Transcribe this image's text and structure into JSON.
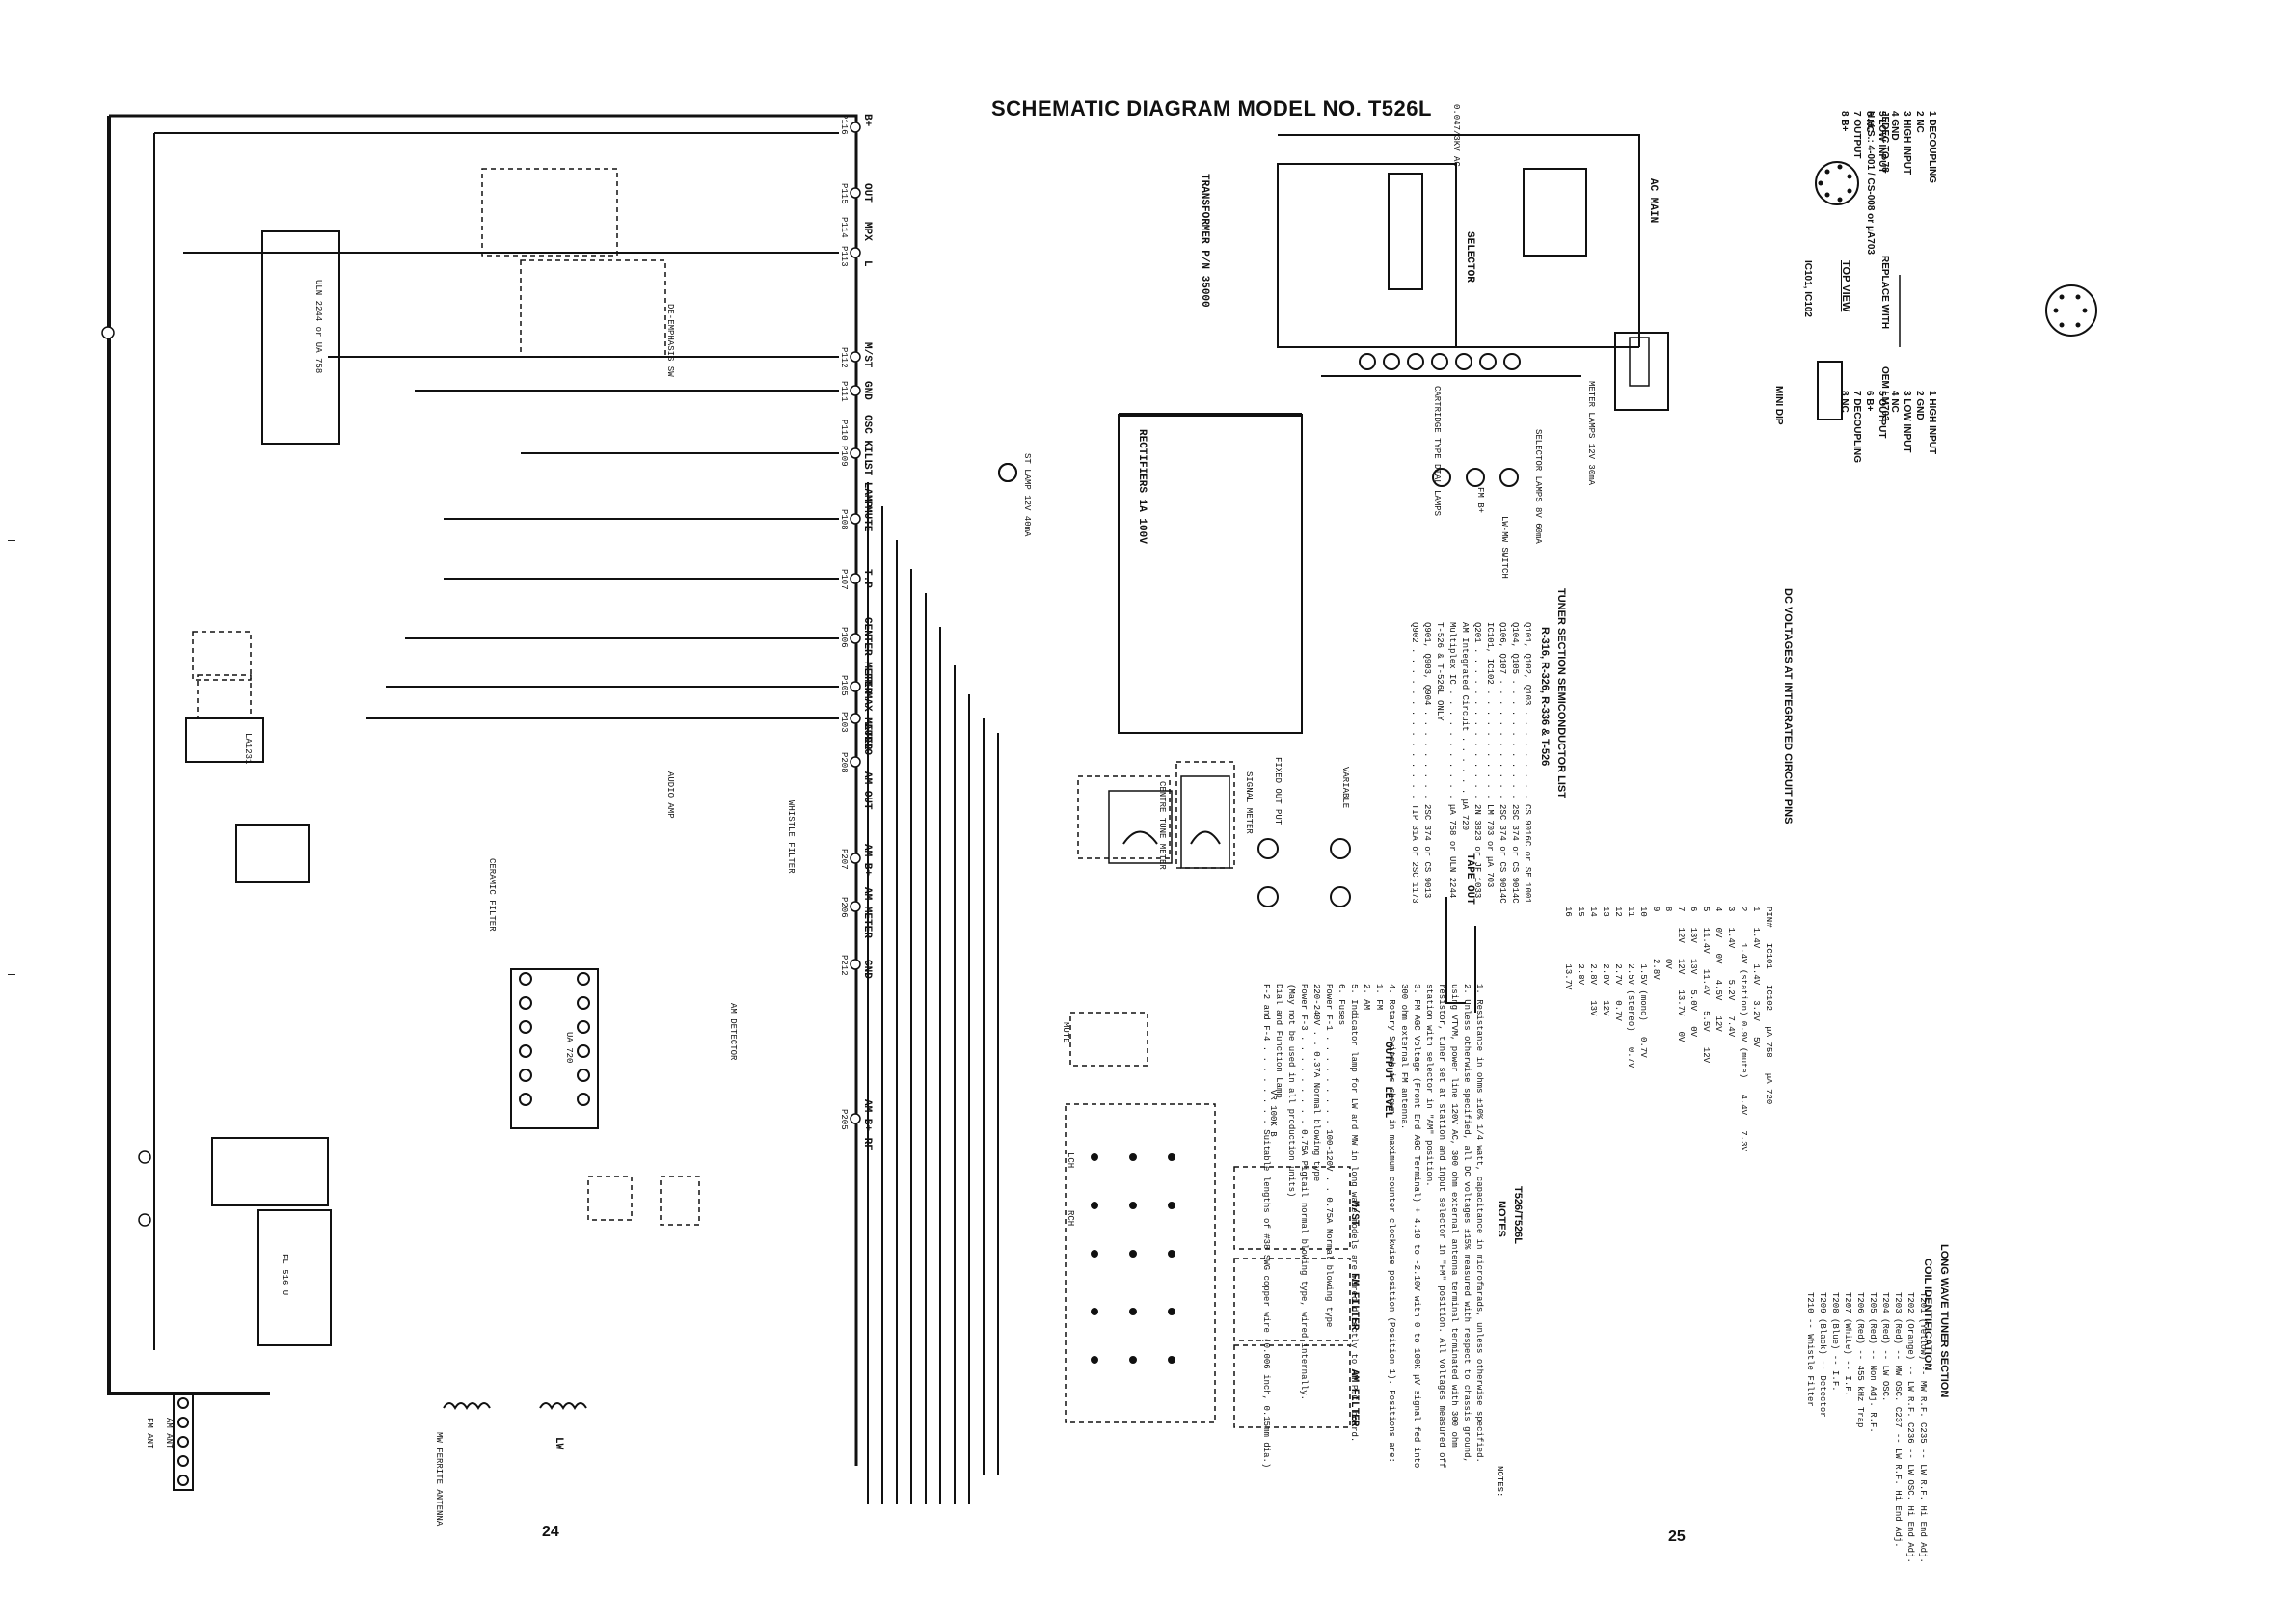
{
  "title": "SCHEMATIC DIAGRAM MODEL NO. T526L",
  "page_left": "24",
  "page_right": "25",
  "ports": [
    {
      "id": "P116",
      "label": "B+"
    },
    {
      "id": "P115",
      "label": "OUT"
    },
    {
      "id": "P114",
      "label": "MPX"
    },
    {
      "id": "P113",
      "label": "L"
    },
    {
      "id": "P112",
      "label": "M/ST"
    },
    {
      "id": "P111",
      "label": "GND"
    },
    {
      "id": "P110",
      "label": "OSC KILL"
    },
    {
      "id": "P109",
      "label": "ST LAMP"
    },
    {
      "id": "P108",
      "label": "MUTE"
    },
    {
      "id": "P107",
      "label": "T.P"
    },
    {
      "id": "P106",
      "label": "CENTER METER"
    },
    {
      "id": "P105",
      "label": "FM MAX METER"
    },
    {
      "id": "P103",
      "label": "AUDIO"
    },
    {
      "id": "P208",
      "label": "AM OUT"
    },
    {
      "id": "P207",
      "label": "AM B+"
    },
    {
      "id": "P206",
      "label": "AM METER"
    },
    {
      "id": "P212",
      "label": "GND"
    },
    {
      "id": "P205",
      "label": "AM B+ RF"
    }
  ],
  "components": {
    "ics": [
      "ULN 2244 or UA 758",
      "LA1231",
      "UA 720",
      "FL 516 U"
    ],
    "misc_labels": [
      "TRANSFORMER P/N 35000",
      "SELECTOR",
      "AC MAIN",
      "RECTIFIERS 1A 100V",
      "CARTRIDGE TYPE DIAL LAMPS",
      "METER LAMPS 12V 30mA",
      "SELECTOR LAMPS 8V 60mA",
      "CERAMIC FILTER",
      "AUDIO AMP",
      "AM DETECTOR",
      "WHISTLE FILTER",
      "CENTRE TUNE METER",
      "SIGNAL METER",
      "FIXED OUT PUT",
      "VARIABLE",
      "TAPE OUT",
      "OUTPUT LEVEL",
      "VR 100K B",
      "MUTE",
      "M/ST",
      "FM FILTER",
      "AM FILTER",
      "DE-EMPHASIS SW",
      "ST LAMP 12V 40mA",
      "MW FERRITE ANTENNA",
      "LW",
      "AM ANT",
      "FM ANT",
      "FM B+",
      "LW-MW SWITCH",
      "0.047/3KV AC",
      "RCH",
      "LCH"
    ]
  },
  "right_panel": {
    "pin_diagram": {
      "title": "JEDEC TO 78",
      "ic": "IC101, IC102",
      "top_view": "TOP VIEW",
      "replace_with": "REPLACE WITH",
      "hhs": "H.H.S.: 4-001 / CS-008 or μA703",
      "pins": [
        "1 DECOUPLING",
        "2 NC",
        "3 HIGH INPUT",
        "4 GND",
        "5 LOW INPUT",
        "6 NC",
        "7 OUTPUT",
        "8 B+"
      ]
    },
    "mini_dip": {
      "title": "MINI DIP",
      "part": "OEM LM703",
      "pins": [
        "1 HIGH INPUT",
        "2 GND",
        "3 LOW INPUT",
        "4 NC",
        "5 OUTPUT",
        "6 B+",
        "7 DECOUPLING",
        "8 NC"
      ]
    },
    "semiconductor_list": {
      "title": "TUNER SECTION SEMICONDUCTOR LIST",
      "subtitle": "R-316, R-326, R-336 & T-526",
      "rows": [
        "Q101, Q102, Q103 . . . . . . . . .  CS 9016C or SE 1001",
        "Q104, Q105 . . . . . . . . . . . .  2SC 374 or CS 9014C",
        "Q106, Q107 . . . . . . . . . . . .  2SC 374 or CS 9014C",
        "IC101, IC102 . . . . . . . . . . .  LM 703 or μA 703",
        "Q201 . . . . . . . . . . . . . . .  2N 3823 or JF 1033",
        "AM Integrated Circuit . . . . . .   μA 720",
        "Multiplex IC . . . . . . . . . . .  μA 758 or ULN 2244",
        "T-526 & T-526L ONLY",
        "Q901, Q903, Q904 . . . . . . . . .  2SC 374 or CS 9013",
        "Q902 . . . . . . . . . . . . . . .  TIP 31A or 2SC 1173"
      ]
    },
    "dc_voltages": {
      "title": "DC VOLTAGES AT INTEGRATED CIRCUIT PINS",
      "headers": [
        "PIN#",
        "IC101",
        "IC102",
        "μA 758",
        "μA 720"
      ],
      "rows": [
        [
          "1",
          "1.4V",
          "1.4V",
          "3.2V",
          "5V"
        ],
        [
          "2",
          "",
          "1.4V (station)  0.9V (mute)",
          "4.4V",
          "7.3V"
        ],
        [
          "3",
          "1.4V",
          "",
          "5.2V",
          "7.4V"
        ],
        [
          "4",
          "0V",
          "0V",
          "4.5V",
          "12V"
        ],
        [
          "5",
          "11.4V",
          "11.4V",
          "5.5V",
          "12V"
        ],
        [
          "6",
          "13V",
          "13V",
          "5.0V",
          "0V"
        ],
        [
          "7",
          "12V",
          "12V",
          "13.7V",
          "0V"
        ],
        [
          "8",
          "",
          "",
          "0V",
          ""
        ],
        [
          "9",
          "",
          "",
          "2.8V",
          ""
        ],
        [
          "10",
          "",
          "",
          "1.5V (mono)",
          "0.7V"
        ],
        [
          "11",
          "",
          "",
          "2.5V (stereo)",
          "0.7V"
        ],
        [
          "12",
          "",
          "",
          "2.7V",
          "0.7V"
        ],
        [
          "13",
          "",
          "",
          "2.8V",
          "12V"
        ],
        [
          "14",
          "",
          "",
          "2.8V",
          "13V"
        ],
        [
          "15",
          "",
          "",
          "2.8V",
          ""
        ],
        [
          "16",
          "",
          "",
          "13.7V",
          ""
        ]
      ]
    },
    "notes": {
      "heading": "T526/T526L",
      "subheading": "NOTES",
      "label": "NOTES:",
      "items": [
        "1.  Resistance in ohms ±10% 1/4 watt, capacitance in microfarads, unless otherwise specified.",
        "2.  Unless otherwise specified, all DC voltages ±15% measured with respect to chassis ground,",
        "    using VTVM, power line 120V AC, 300 ohm external antenna terminal terminated with 300 ohm",
        "    resistor, tuner set at station and input selector in \"FM\" position. All voltages measured off",
        "    station with selector in \"AM\" position.",
        "3.  FM AGC Voltage (Front End AGC Terminal) + 4.10 to -2.10V with 0 to 100K μV signal fed into",
        "    300 ohm external FM antenna.",
        "4.  Rotary Switch is shown in maximum counter clockwise position (Position 1). Positions are:",
        "    1.  FM",
        "    2.  AM",
        "5.  Indicator lamp for LW and MW in long wave models are wired directly to AM P.C. board.",
        "6.  Fuses",
        "    Power F-1 . . . . . . . . . 100-120V . . 0.75A Normal blowing type",
        "                                220-240V . . 0.37A Normal blowing type",
        "    Power F-3 . . . . . . . . . 0.75A Pigtail normal blowing type, wired internally.",
        "                                (May not be used in all production units)",
        "    Dial and Function Lamp",
        "    F-2 and F-4 . . . . . . . . Suitable lengths of #38 SWG copper wire (0.006 inch, 0.15mm dia.)"
      ]
    },
    "long_wave": {
      "title": "LONG WAVE TUNER SECTION",
      "subtitle": "COIL IDENTIFICATION",
      "rows": [
        "T201  (Yellow)  --  MW R.F.        C235  --  LW R.F. Hi End Adj.",
        "T202  (Orange)  --  LW R.F.        C236  --  LW OSC. Hi End Adj.",
        "T203  (Red)     --  MW OSC.        C237  --  LW R.F. Hi End Adj.",
        "T204  (Red)     --  LW OSC.",
        "T205  (Red)     --  Non Adj. R.F.",
        "T206  (Red)     --  455 kHz Trap",
        "T207  (White)   --  I.F.",
        "T208  (Blue)    --  I.F.",
        "T209  (Black)   --  Detector",
        "T210            --  Whistle Filter"
      ]
    }
  },
  "colors": {
    "ink": "#111111",
    "paper": "#ffffff"
  }
}
